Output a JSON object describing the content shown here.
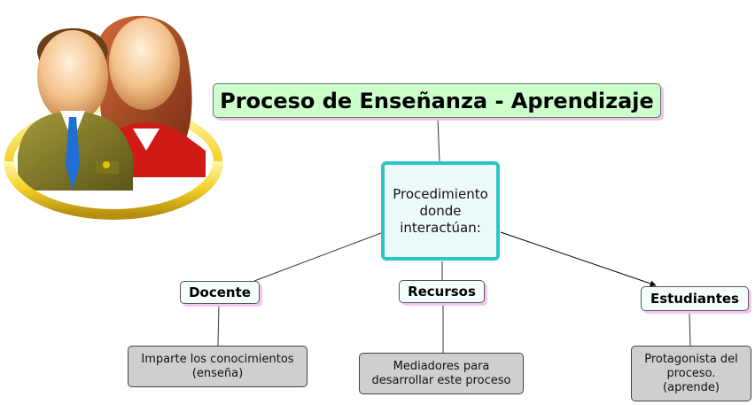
{
  "title": "Proceso de Enseñanza - Aprendizaje",
  "center": "Procedimiento\ndonde\ninteractúan:",
  "branches": [
    {
      "label": "Docente",
      "description": "Imparte los conocimientos\n(enseña)"
    },
    {
      "label": "Recursos",
      "description": "Mediadores para\ndesarrollar este proceso"
    },
    {
      "label": "Estudiantes",
      "description": "Protagonista del\nproceso.\n(aprende)"
    }
  ],
  "colors": {
    "title_fill": "#ccffcc",
    "center_border": "#2ec4c6",
    "label_fill": "#f4fffb",
    "description_fill": "#cfcfcf"
  },
  "clipart": "teacher-student-icon"
}
